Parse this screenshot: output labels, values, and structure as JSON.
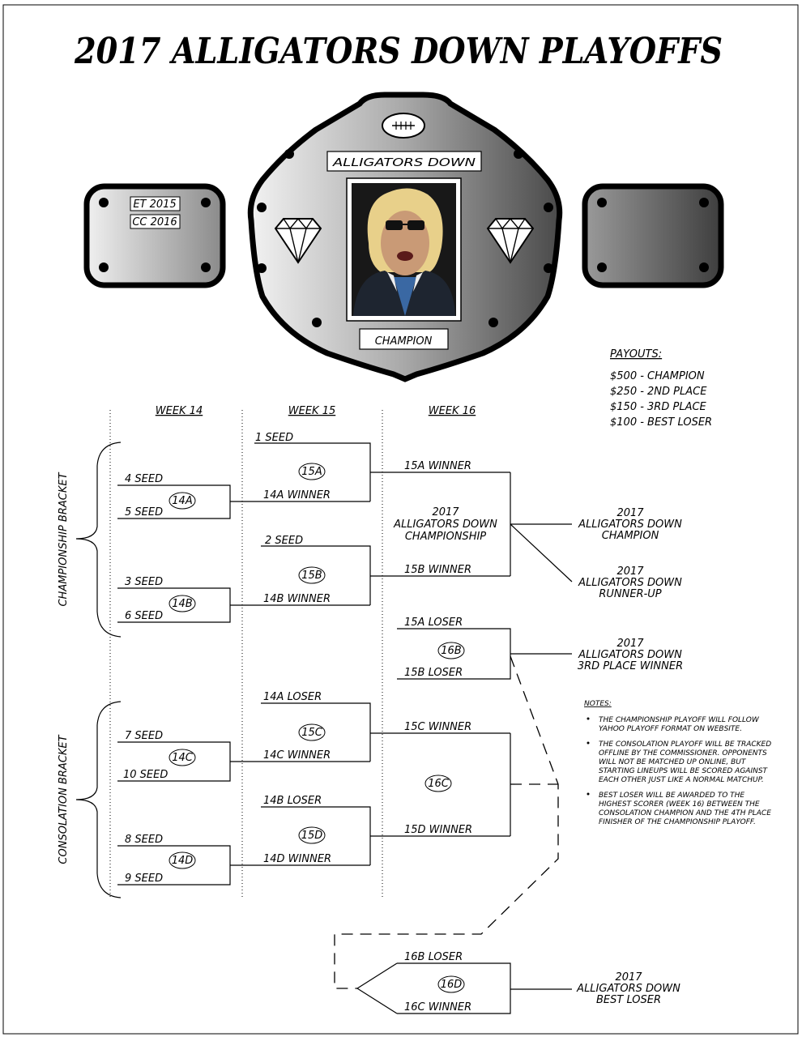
{
  "title": "2017 ALLIGATORS DOWN PLAYOFFS",
  "belt": {
    "banner": "ALLIGATORS DOWN",
    "caption": "CHAMPION",
    "left_plate": [
      "ET 2015",
      "CC 2016"
    ],
    "icons": [
      "football-icon",
      "diamond-icon",
      "champion-portrait"
    ]
  },
  "payouts": {
    "heading": "PAYOUTS:",
    "items": [
      "$500 - CHAMPION",
      "$250 - 2ND PLACE",
      "$150 - 3RD PLACE",
      "$100 - BEST LOSER"
    ]
  },
  "weeks": [
    "WEEK 14",
    "WEEK 15",
    "WEEK 16"
  ],
  "brackets": [
    "CHAMPIONSHIP BRACKET",
    "CONSOLATION BRACKET"
  ],
  "labels": {
    "s4": "4 SEED",
    "s5": "5 SEED",
    "s3": "3 SEED",
    "s6": "6 SEED",
    "s7": "7 SEED",
    "s10": "10 SEED",
    "s8": "8 SEED",
    "s9": "9 SEED",
    "s1": "1 SEED",
    "s2": "2 SEED",
    "w14a": "14A WINNER",
    "w14b": "14B WINNER",
    "w14c": "14C WINNER",
    "w14d": "14D WINNER",
    "l14a": "14A LOSER",
    "l14b": "14B LOSER",
    "w15a": "15A WINNER",
    "w15b": "15B WINNER",
    "l15a": "15A LOSER",
    "l15b": "15B LOSER",
    "w15c": "15C WINNER",
    "w15d": "15D WINNER",
    "l16b": "16B LOSER",
    "w16c": "16C WINNER"
  },
  "games": [
    "14A",
    "14B",
    "14C",
    "14D",
    "15A",
    "15B",
    "15C",
    "15D",
    "16B",
    "16C",
    "16D"
  ],
  "championship_label": [
    "2017",
    "ALLIGATORS DOWN",
    "CHAMPIONSHIP"
  ],
  "outcomes": {
    "champion": [
      "2017",
      "ALLIGATORS DOWN",
      "CHAMPION"
    ],
    "runner_up": [
      "2017",
      "ALLIGATORS DOWN",
      "RUNNER-UP"
    ],
    "third": [
      "2017",
      "ALLIGATORS DOWN",
      "3RD PLACE WINNER"
    ],
    "best_loser": [
      "2017",
      "ALLIGATORS DOWN",
      "BEST LOSER"
    ]
  },
  "notes": {
    "heading": "NOTES:",
    "items": [
      [
        "THE CHAMPIONSHIP PLAYOFF WILL FOLLOW",
        "YAHOO PLAYOFF FORMAT ON WEBSITE."
      ],
      [
        "THE CONSOLATION PLAYOFF WILL BE TRACKED",
        "OFFLINE BY THE COMMISSIONER. OPPONENTS",
        "WILL NOT BE MATCHED UP ONLINE, BUT",
        "STARTING LINEUPS WILL BE SCORED AGAINST",
        "EACH OTHER JUST LIKE A NORMAL MATCHUP."
      ],
      [
        "BEST LOSER WILL BE AWARDED TO THE",
        "HIGHEST SCORER (WEEK 16) BETWEEN THE",
        "CONSOLATION CHAMPION AND THE 4TH PLACE",
        "FINISHER OF THE CHAMPIONSHIP PLAYOFF."
      ]
    ]
  },
  "colors": {
    "ink": "#000000",
    "paper": "#ffffff",
    "belt_light": "#eeeeee",
    "belt_dark": "#555555"
  }
}
